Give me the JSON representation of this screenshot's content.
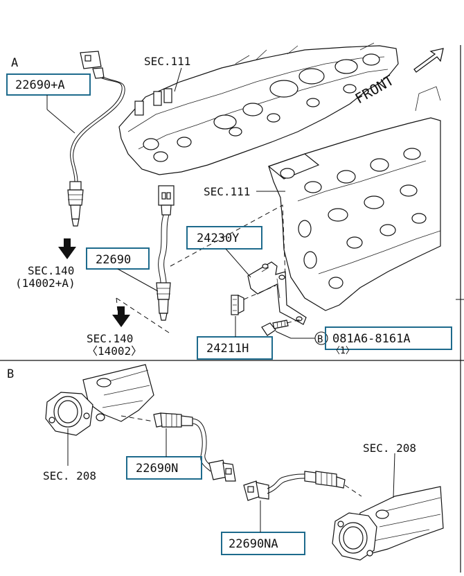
{
  "sections": {
    "a_label": "A",
    "b_label": "B"
  },
  "parts": {
    "p22690_a": "22690+A",
    "p22690": "22690",
    "p24230y": "24230Y",
    "p24211h": "24211H",
    "p081a6": "081A6-8161A",
    "p081a6_qty": "〈1〉",
    "p081a6_marker": "B",
    "p22690n": "22690N",
    "p22690na": "22690NA"
  },
  "refs": {
    "sec111_top": "SEC.111",
    "sec111_mid": "SEC.111",
    "sec140_a": "SEC.140",
    "sec140_a_sub": "(14002+A)",
    "sec140_b": "SEC.140",
    "sec140_b_sub": "〈14002〉",
    "front": "FRONT",
    "sec208_left": "SEC. 208",
    "sec208_right": "SEC. 208"
  },
  "colors": {
    "callout_box": "#1d6a8c"
  }
}
